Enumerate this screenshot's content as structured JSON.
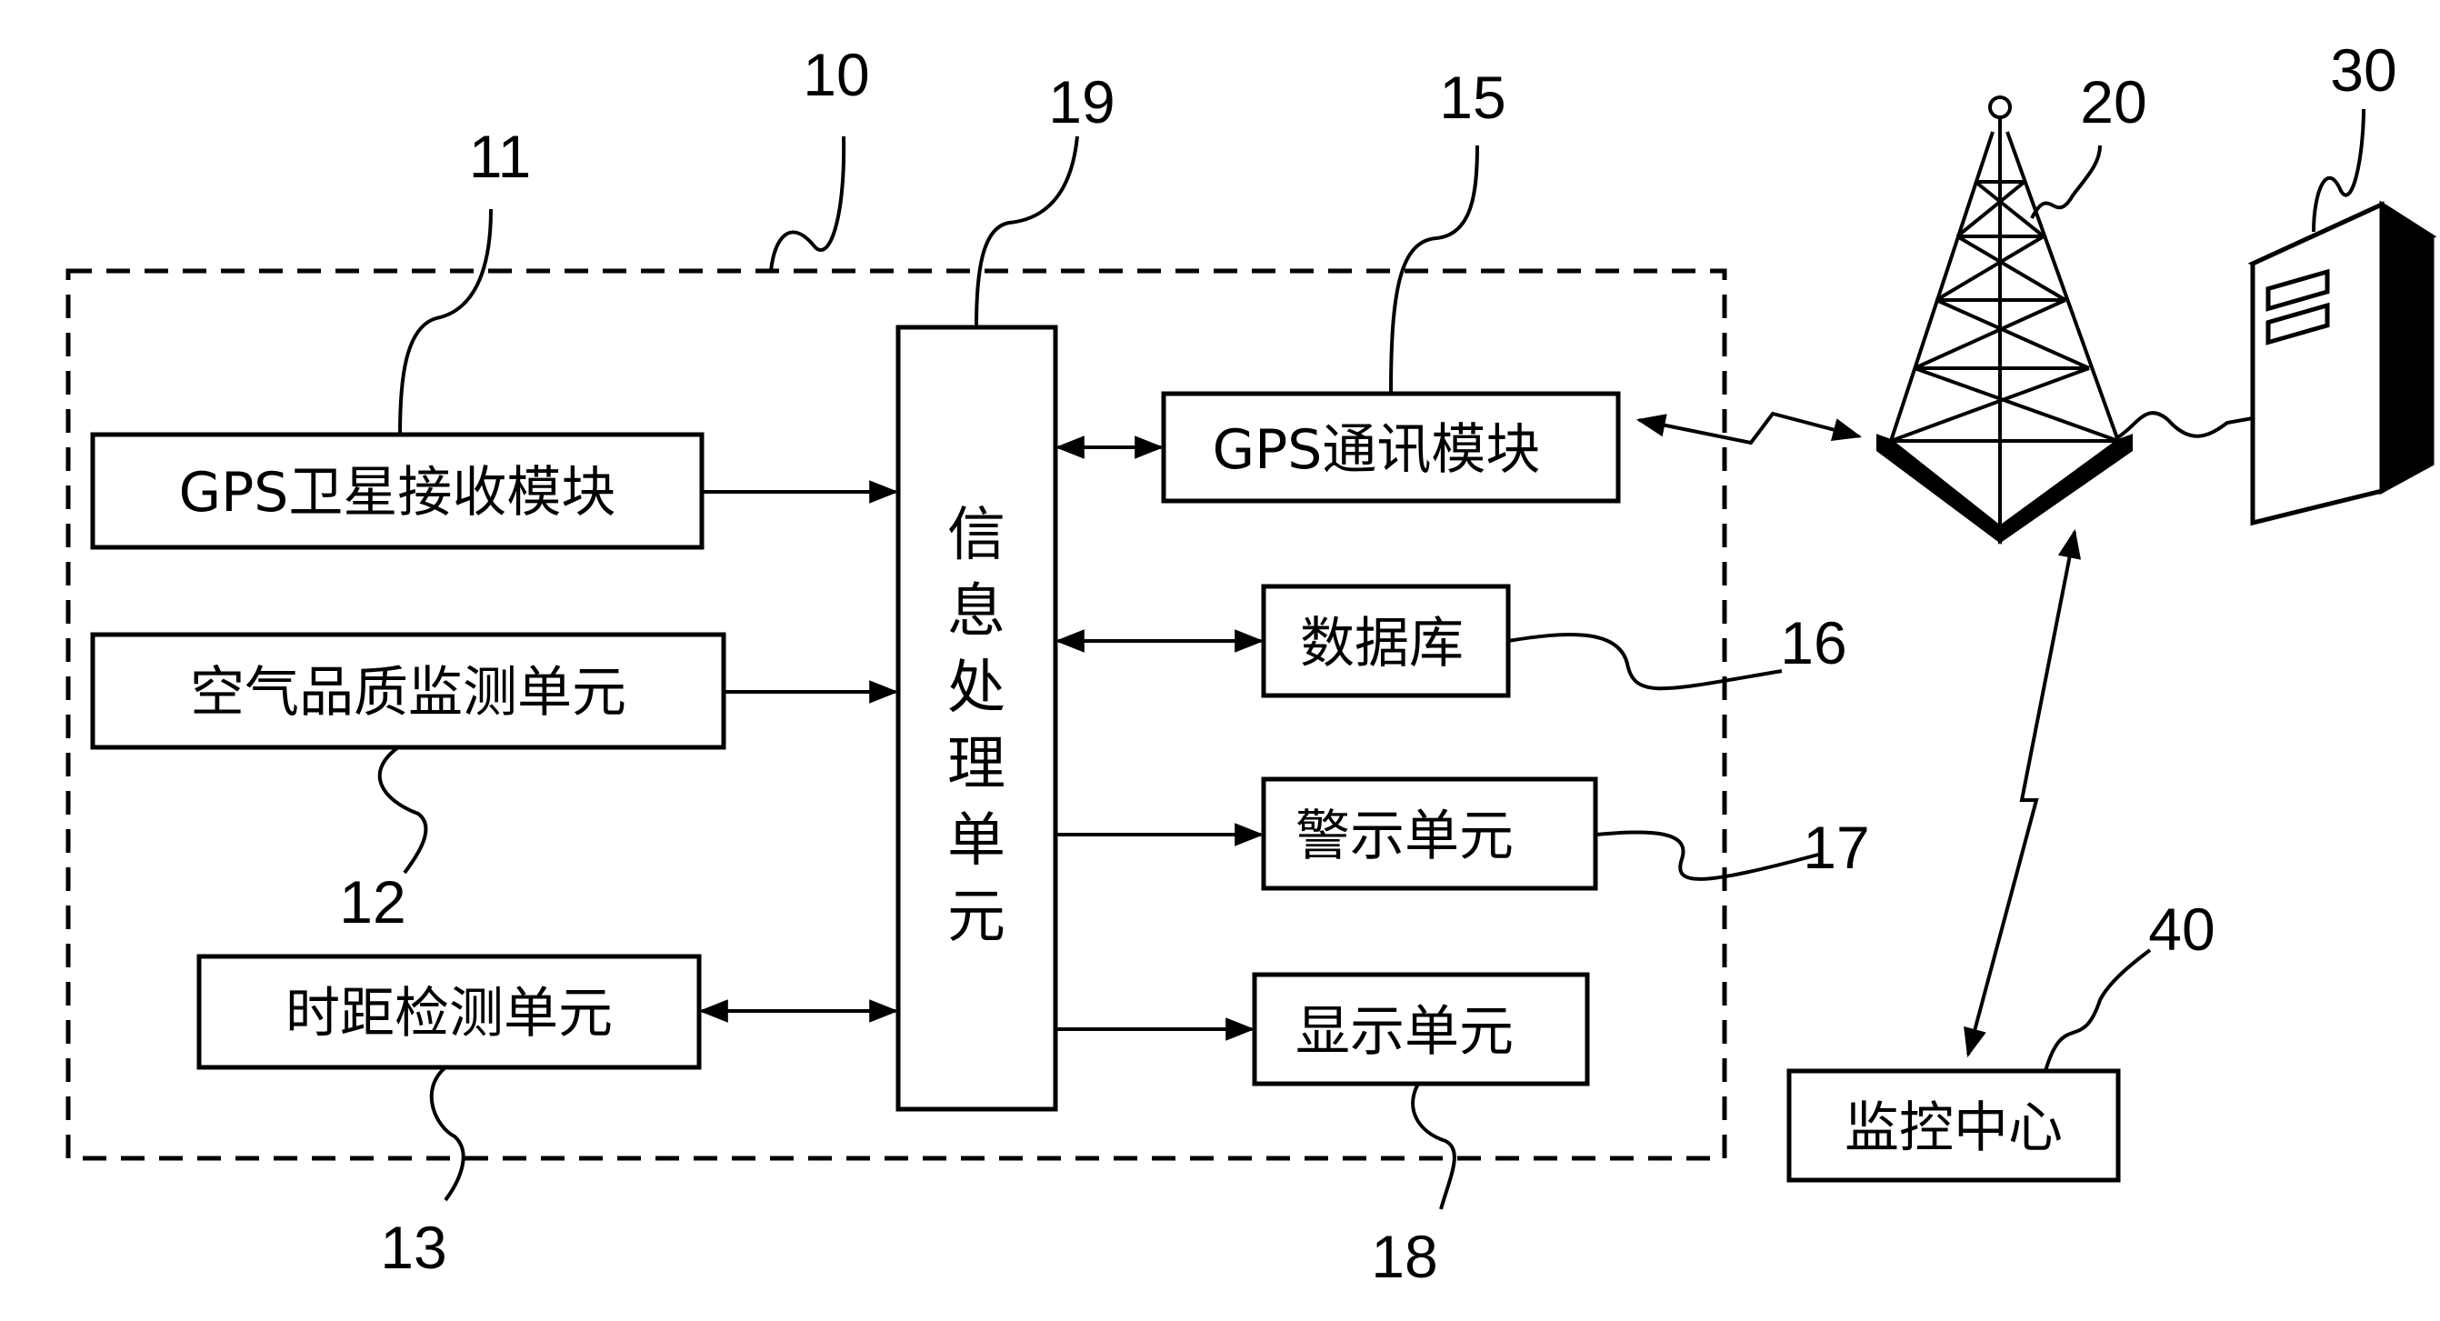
{
  "blocks": {
    "gps_receiver": "GPS卫星接收模块",
    "air_quality": "空气品质监测单元",
    "headway": "时距检测单元",
    "processor_chars": [
      "信",
      "息",
      "处",
      "理",
      "单",
      "元"
    ],
    "gps_comm": "GPS通讯模块",
    "database": "数据库",
    "warning": "警示单元",
    "display": "显示单元",
    "monitor_center": "监控中心"
  },
  "refs": {
    "system": "10",
    "gps_receiver": "11",
    "air_quality": "12",
    "headway": "13",
    "gps_comm": "15",
    "database": "16",
    "warning": "17",
    "display": "18",
    "processor": "19",
    "tower": "20",
    "server": "30",
    "monitor_center": "40"
  },
  "icons": {
    "tower": "cell-tower-icon",
    "server": "server-tower-icon"
  },
  "colors": {
    "line": "#000000",
    "background": "#ffffff"
  }
}
